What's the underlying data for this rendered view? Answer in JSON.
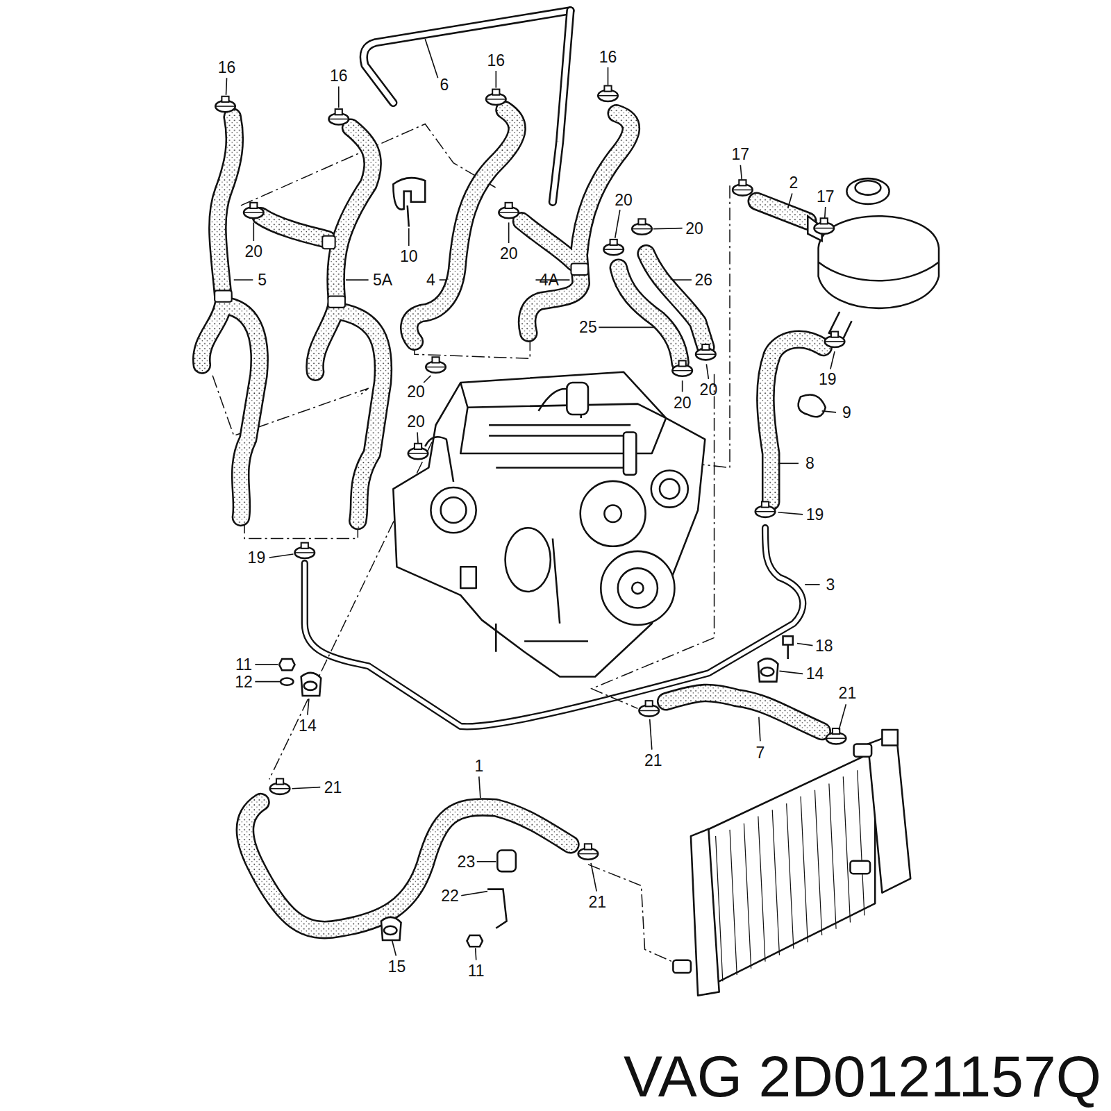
{
  "diagram": {
    "labels": [
      "16",
      "16",
      "16",
      "16",
      "6",
      "17",
      "2",
      "17",
      "20",
      "20",
      "20",
      "10",
      "20",
      "5",
      "5A",
      "4",
      "4A",
      "26",
      "25",
      "19",
      "20",
      "20",
      "20",
      "9",
      "20",
      "8",
      "19",
      "19",
      "3",
      "18",
      "11",
      "14",
      "12",
      "21",
      "14",
      "7",
      "21",
      "1",
      "21",
      "23",
      "22",
      "21",
      "15",
      "11",
      "VAG 2D0121157Q"
    ]
  }
}
